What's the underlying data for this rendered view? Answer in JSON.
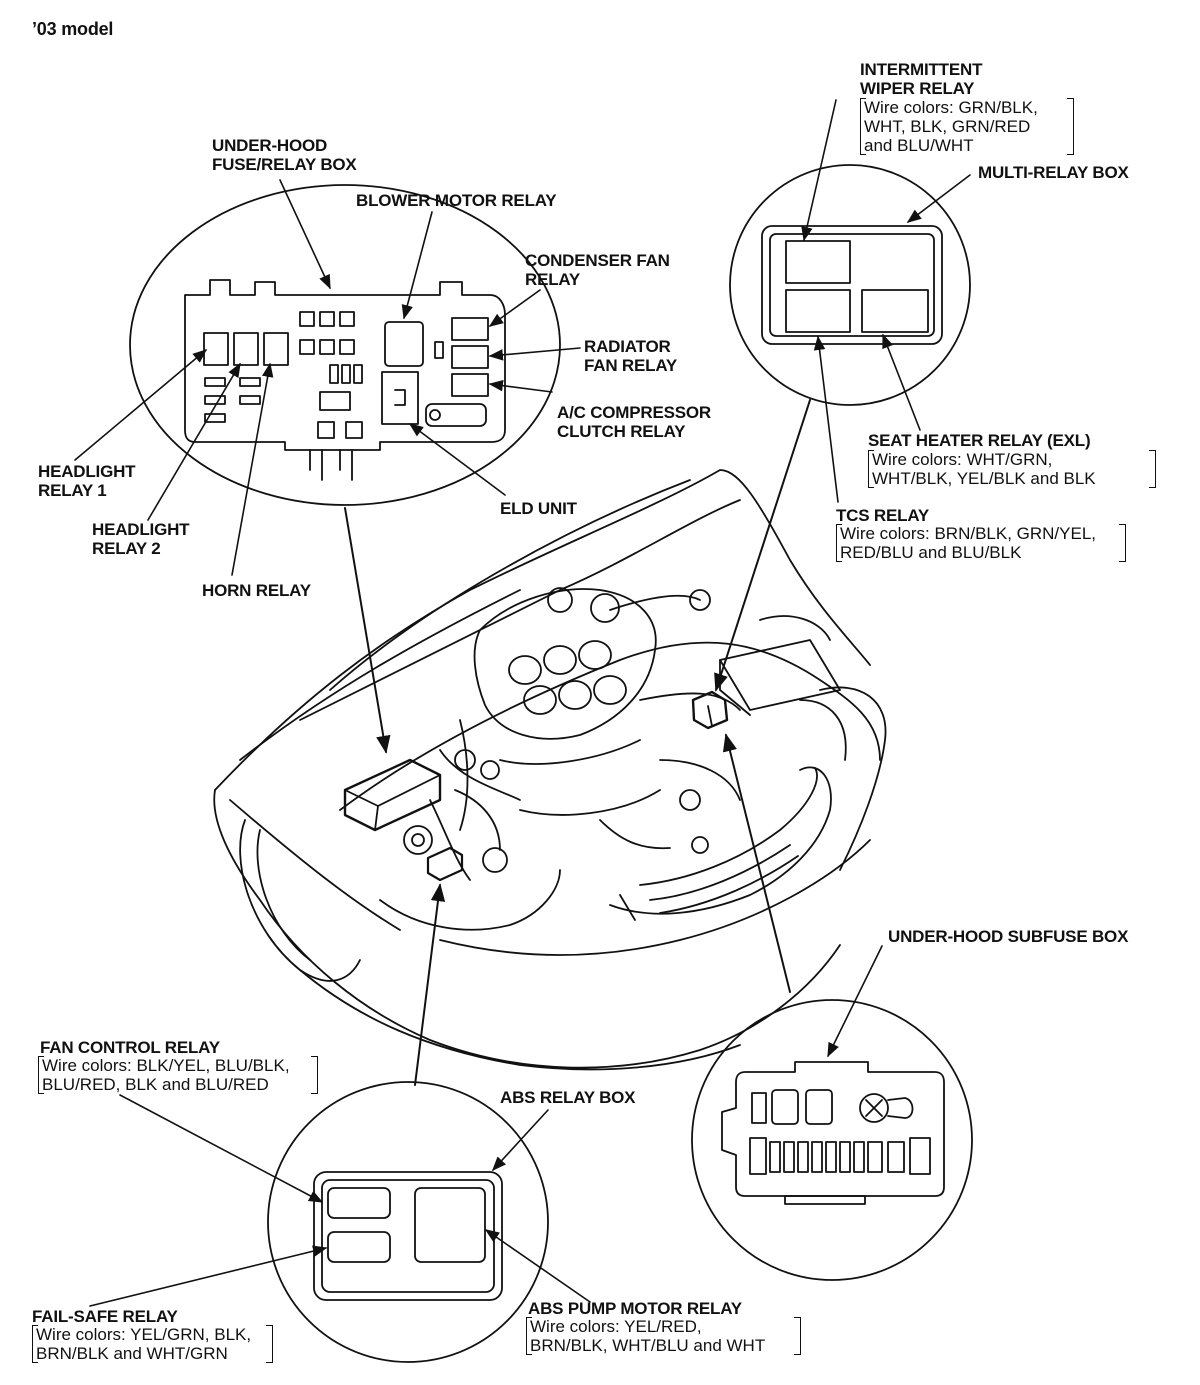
{
  "title": "’03 model",
  "labels": {
    "underhood_fuse_relay_box": "UNDER-HOOD\nFUSE/RELAY BOX",
    "blower_motor_relay": "BLOWER MOTOR RELAY",
    "condenser_fan_relay": "CONDENSER FAN\nRELAY",
    "radiator_fan_relay": "RADIATOR\nFAN RELAY",
    "ac_compressor_clutch_relay": "A/C COMPRESSOR\nCLUTCH RELAY",
    "eld_unit": "ELD UNIT",
    "headlight_relay_1": "HEADLIGHT\nRELAY 1",
    "headlight_relay_2": "HEADLIGHT\nRELAY 2",
    "horn_relay": "HORN RELAY",
    "intermittent_wiper_relay": "INTERMITTENT\nWIPER RELAY",
    "multi_relay_box": "MULTI-RELAY BOX",
    "seat_heater_relay": "SEAT HEATER RELAY (EXL)",
    "tcs_relay": "TCS RELAY",
    "underhood_subfuse_box": "UNDER-HOOD SUBFUSE BOX",
    "fan_control_relay": "FAN CONTROL RELAY",
    "abs_relay_box": "ABS RELAY BOX",
    "fail_safe_relay": "FAIL-SAFE RELAY",
    "abs_pump_motor_relay": "ABS PUMP MOTOR RELAY"
  },
  "wire_colors": {
    "intermittent_wiper_relay": "Wire colors: GRN/BLK,\nWHT, BLK, GRN/RED\nand BLU/WHT",
    "seat_heater_relay": "Wire colors: WHT/GRN,\nWHT/BLK, YEL/BLK and BLK",
    "tcs_relay": "Wire colors: BRN/BLK, GRN/YEL,\nRED/BLU and BLU/BLK",
    "fan_control_relay": "Wire colors: BLK/YEL, BLU/BLK,\nBLU/RED, BLK and BLU/RED",
    "fail_safe_relay": "Wire colors: YEL/GRN, BLK,\nBRN/BLK and WHT/GRN",
    "abs_pump_motor_relay": "Wire colors: YEL/RED,\nBRN/BLK, WHT/BLU and WHT"
  },
  "colors": {
    "ink": "#111111",
    "paper": "#ffffff"
  }
}
